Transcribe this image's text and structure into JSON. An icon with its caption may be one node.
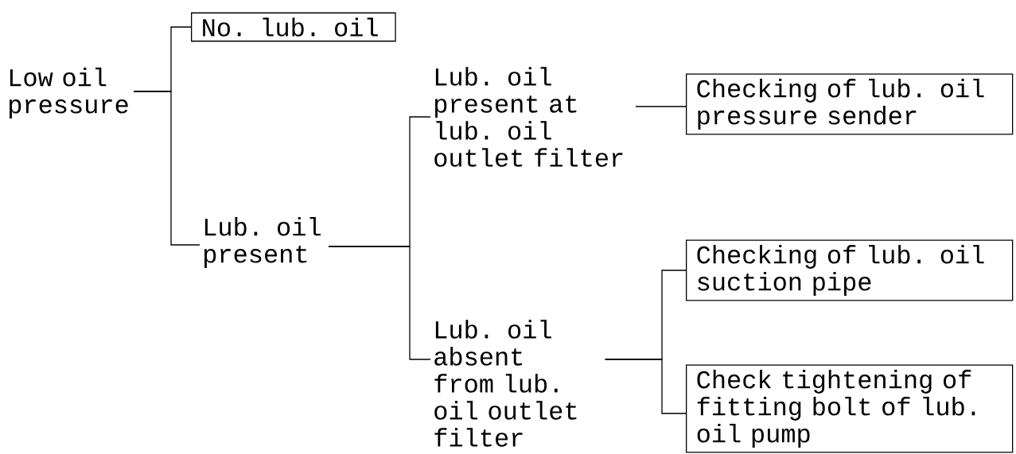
{
  "diagram": {
    "nodes": [
      {
        "text": [
          "Low oil pressure"
        ]
      },
      {
        "text": [
          "No. lub. oil"
        ]
      },
      {
        "text": [
          "Lub. oil present"
        ]
      },
      {
        "text": [
          "Lub. oil present at lub. oil outlet filter"
        ]
      },
      {
        "text": [
          "Checking of lub. oil pressure sender"
        ]
      },
      {
        "text": [
          "Lub. oil absent from lub. oil outlet filter"
        ]
      },
      {
        "text": [
          "Checking of lub. oil suction pipe"
        ]
      },
      {
        "text": [
          "Check tightening of fitting bolt of lub. oil pump"
        ]
      }
    ],
    "edges": [
      {
        "from": 0,
        "to": 1,
        "arrow": "none"
      },
      {
        "from": 0,
        "to": 2,
        "arrow": "none"
      },
      {
        "from": 2,
        "to": 3,
        "arrow": "none"
      },
      {
        "from": 2,
        "to": 5,
        "arrow": "none"
      },
      {
        "from": 3,
        "to": 4,
        "arrow": "none"
      },
      {
        "from": 5,
        "to": 6,
        "arrow": "none"
      },
      {
        "from": 5,
        "to": 7,
        "arrow": "none"
      }
    ]
  }
}
